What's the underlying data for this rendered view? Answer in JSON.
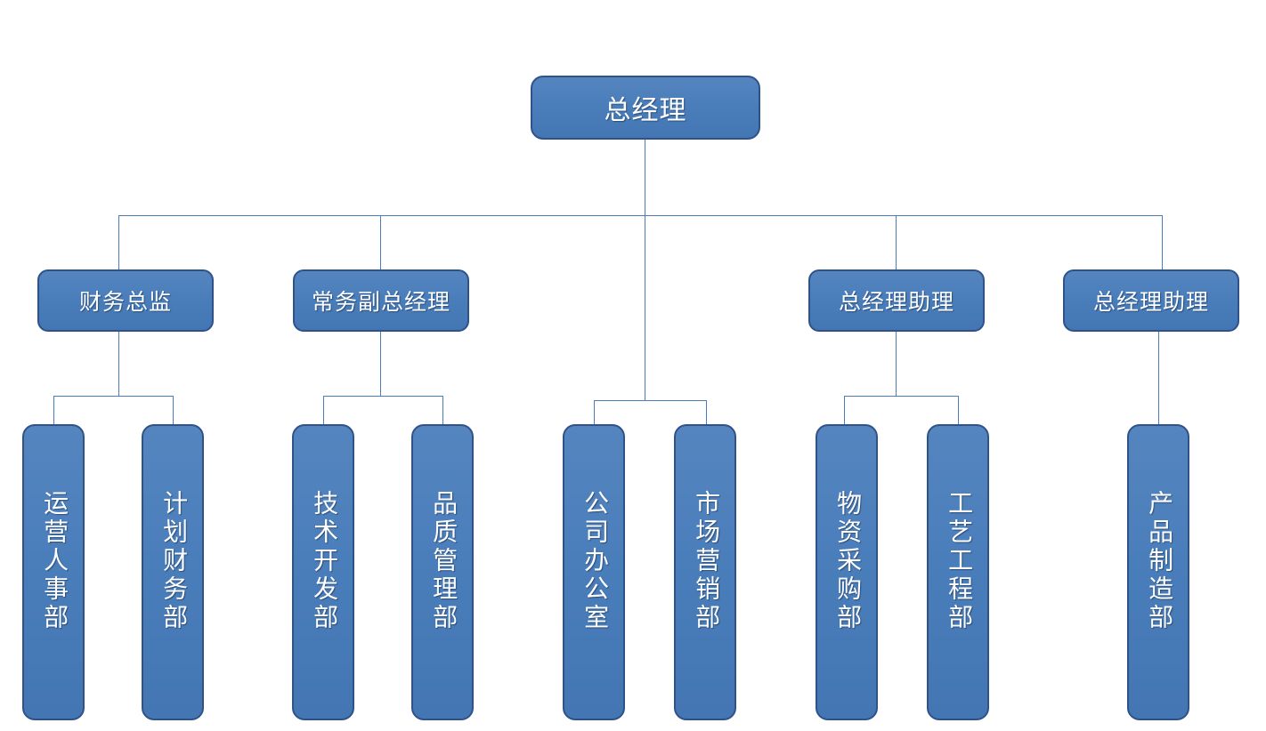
{
  "chart": {
    "title": "",
    "type": "org-chart",
    "accent_color": "#4a7ebb",
    "border_color": "#2f5289",
    "text_color": "#ffffff",
    "background": "#ffffff"
  },
  "nodes": {
    "root": {
      "label": "总经理",
      "role": "general-manager"
    },
    "level2": [
      {
        "label": "财务总监",
        "role": "finance-director"
      },
      {
        "label": "常务副总经理",
        "role": "executive-deputy-general-manager"
      },
      {
        "label": "总经理助理",
        "role": "general-manager-assistant-1"
      },
      {
        "label": "总经理助理",
        "role": "general-manager-assistant-2"
      }
    ],
    "departments": [
      {
        "label": "运营人事部",
        "parent": "财务总监"
      },
      {
        "label": "计划财务部",
        "parent": "财务总监"
      },
      {
        "label": "技术开发部",
        "parent": "常务副总经理"
      },
      {
        "label": "品质管理部",
        "parent": "常务副总经理"
      },
      {
        "label": "公司办公室",
        "parent": "总经理"
      },
      {
        "label": "市场营销部",
        "parent": "总经理"
      },
      {
        "label": "物资采购部",
        "parent": "总经理助理"
      },
      {
        "label": "工艺工程部",
        "parent": "总经理助理"
      },
      {
        "label": "产品制造部",
        "parent": "总经理助理"
      }
    ]
  }
}
